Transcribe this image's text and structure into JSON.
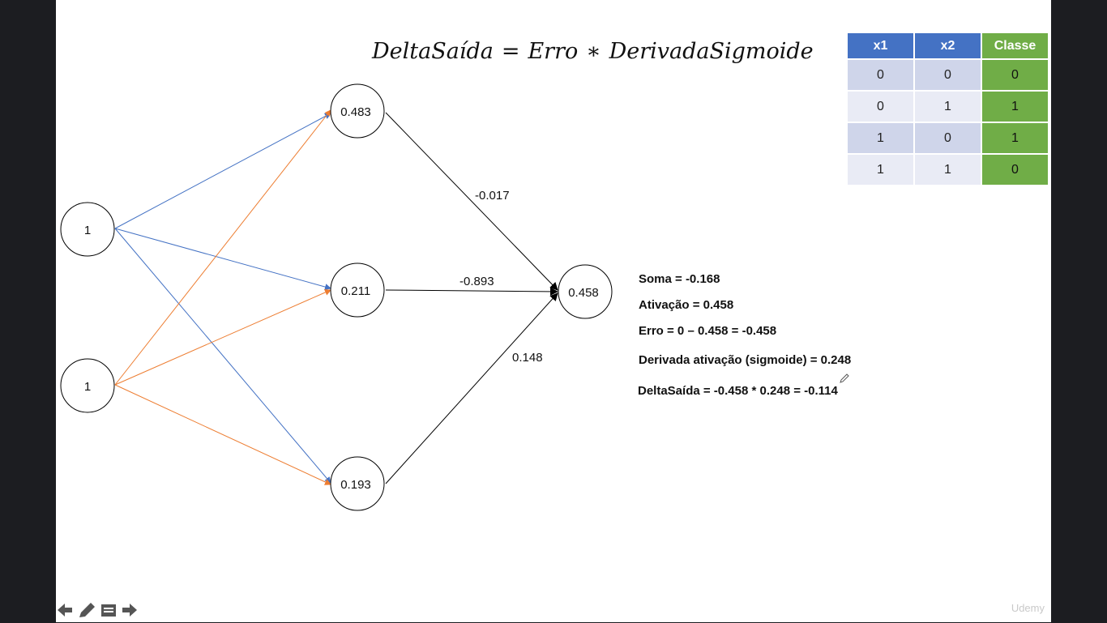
{
  "formula": {
    "lhs": "DeltaSaída",
    "eq": "=",
    "t1": "Erro",
    "op": "∗",
    "t2": "DerivadaSigmoide"
  },
  "table": {
    "headers": [
      "x1",
      "x2",
      "Classe"
    ],
    "rows": [
      [
        "0",
        "0",
        "0"
      ],
      [
        "0",
        "1",
        "1"
      ],
      [
        "1",
        "0",
        "1"
      ],
      [
        "1",
        "1",
        "0"
      ]
    ]
  },
  "network": {
    "inputs": [
      "1",
      "1"
    ],
    "hidden": [
      "0.483",
      "0.211",
      "0.193"
    ],
    "output": "0.458",
    "weights": [
      "-0.017",
      "-0.893",
      "0.148"
    ]
  },
  "calc": {
    "soma": "Soma = -0.168",
    "ativacao": "Ativação = 0.458",
    "erro": "Erro = 0 – 0.458 = -0.458",
    "derivada": "Derivada ativação (sigmoide) = 0.248",
    "delta": "DeltaSaída = -0.458 * 0.248 = -0.114"
  },
  "colors": {
    "blue_edge": "#4472c4",
    "orange_edge": "#ed7d31",
    "header_blue": "#4472c4",
    "header_green": "#70ad47"
  },
  "icons": [
    "arrow-left-icon",
    "pencil-icon",
    "menu-icon",
    "arrow-right-icon"
  ],
  "watermark": "Udemy"
}
